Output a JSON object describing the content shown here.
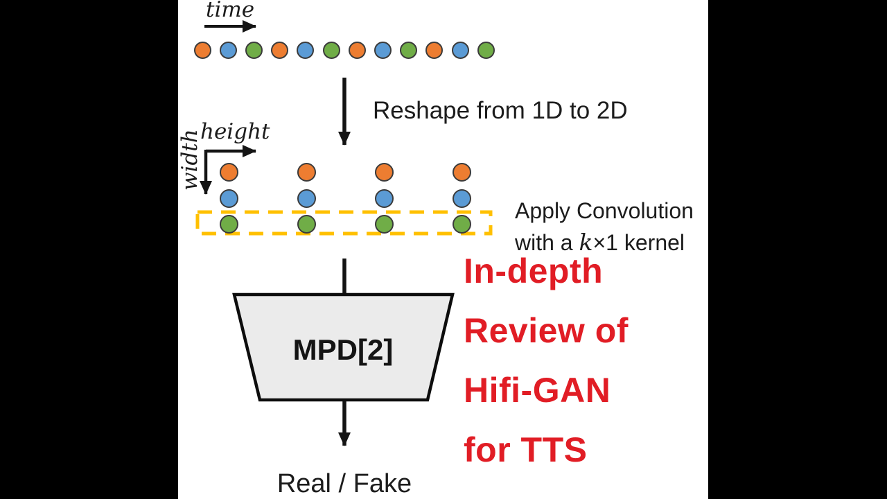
{
  "frame": {
    "background": "#000000",
    "canvas_background": "#ffffff"
  },
  "colors": {
    "orange": "#ED7D31",
    "blue": "#5B9BD5",
    "green": "#70AD47",
    "dot_outline": "#3B3B3B",
    "dash_box": "#FFC000",
    "arrow": "#141414",
    "trapezoid_fill": "#EBEBEB",
    "trapezoid_border": "#0D0D0D",
    "title_red": "#E11D25"
  },
  "labels": {
    "time_axis": "time",
    "reshape": "Reshape from 1D to 2D",
    "height_axis": "height",
    "width_axis": "width",
    "conv_line1": "Apply Convolution",
    "conv_line2_pre": "with a ",
    "conv_kernel_var": "k",
    "conv_line2_post": "×1 kernel",
    "mpd_block": "MPD[2]",
    "output": "Real / Fake"
  },
  "title": {
    "lines": [
      "In-depth",
      "Review of",
      "Hifi-GAN",
      "for TTS"
    ],
    "color": "#E11D25"
  },
  "diagram": {
    "sequence_1d": {
      "pattern": [
        "orange",
        "blue",
        "green"
      ],
      "count": 12
    },
    "grid_2d": {
      "row_colors": [
        "orange",
        "blue",
        "green"
      ],
      "columns": 4
    },
    "kernel_highlight": "green row enclosed by dashed box"
  }
}
